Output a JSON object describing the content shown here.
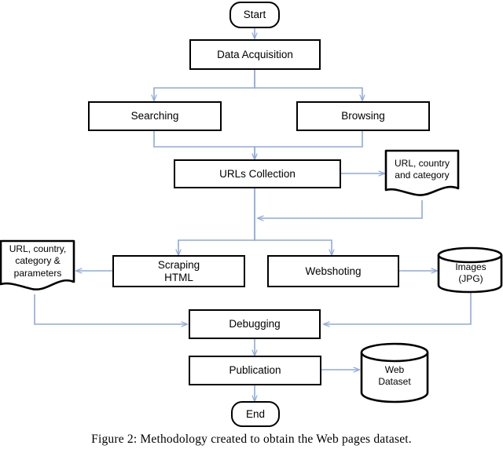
{
  "figure": {
    "caption": "Figure 2:  Methodology created to obtain the Web pages dataset.",
    "colors": {
      "connector": "#8FAADC",
      "node_border": "#000000",
      "node_fill": "#FFFFFF",
      "text": "#000000"
    }
  },
  "nodes": {
    "start": {
      "label": "Start",
      "type": "terminator"
    },
    "data_acquisition": {
      "label": "Data Acquisition",
      "type": "process"
    },
    "searching": {
      "label": "Searching",
      "type": "process"
    },
    "browsing": {
      "label": "Browsing",
      "type": "process"
    },
    "urls_collection": {
      "label": "URLs Collection",
      "type": "process"
    },
    "url_country_category": {
      "label": "URL, country\nand category",
      "type": "document"
    },
    "url_country_category_parameters": {
      "label": "URL, country,\ncategory &\nparameters",
      "type": "document"
    },
    "scraping_html": {
      "label": "Scraping\nHTML",
      "type": "process"
    },
    "webshoting": {
      "label": "Webshoting",
      "type": "process"
    },
    "images_jpg": {
      "label": "Images\n(JPG)",
      "type": "database"
    },
    "debugging": {
      "label": "Debugging",
      "type": "process"
    },
    "publication": {
      "label": "Publication",
      "type": "process"
    },
    "web_dataset": {
      "label": "Web\nDataset",
      "type": "database"
    },
    "end": {
      "label": "End",
      "type": "terminator"
    }
  },
  "edges": [
    {
      "from": "start",
      "to": "data_acquisition"
    },
    {
      "from": "data_acquisition",
      "to": "searching"
    },
    {
      "from": "data_acquisition",
      "to": "browsing"
    },
    {
      "from": "searching",
      "to": "urls_collection"
    },
    {
      "from": "browsing",
      "to": "urls_collection"
    },
    {
      "from": "urls_collection",
      "to": "url_country_category"
    },
    {
      "from": "urls_collection",
      "to": "scraping_html"
    },
    {
      "from": "urls_collection",
      "to": "webshoting"
    },
    {
      "from": "url_country_category",
      "to": "urls_collection_branch"
    },
    {
      "from": "scraping_html",
      "to": "url_country_category_parameters"
    },
    {
      "from": "webshoting",
      "to": "images_jpg"
    },
    {
      "from": "url_country_category_parameters",
      "to": "debugging"
    },
    {
      "from": "images_jpg",
      "to": "debugging"
    },
    {
      "from": "debugging",
      "to": "publication"
    },
    {
      "from": "publication",
      "to": "web_dataset"
    },
    {
      "from": "publication",
      "to": "end"
    }
  ]
}
